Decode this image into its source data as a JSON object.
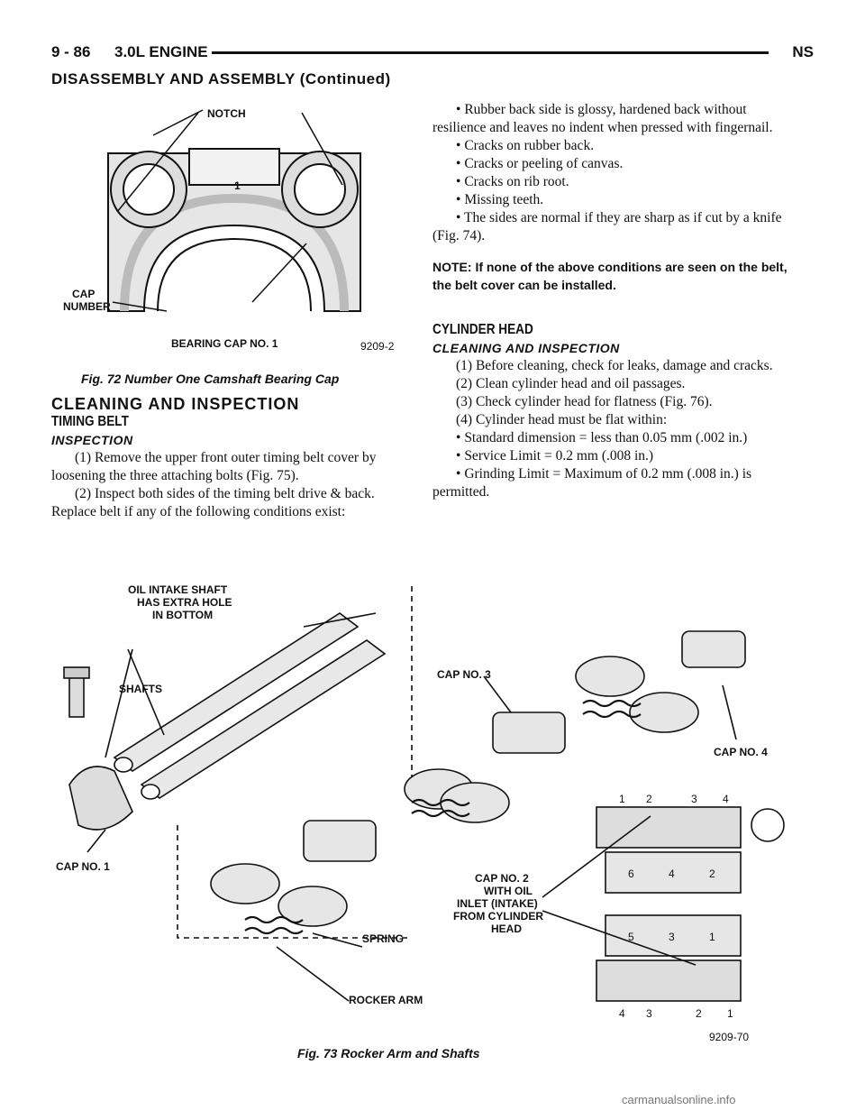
{
  "header": {
    "page_number": "9 - 86",
    "title": "3.0L ENGINE",
    "vehicle": "NS",
    "section": "DISASSEMBLY AND ASSEMBLY (Continued)"
  },
  "fig72": {
    "labels": {
      "notch": "NOTCH",
      "cap_number_1": "CAP",
      "cap_number_2": "NUMBER",
      "bearing_cap": "BEARING CAP NO. 1",
      "code": "9209-2",
      "numeral": "1"
    },
    "caption": "Fig. 72 Number One Camshaft Bearing Cap"
  },
  "left_col": {
    "heading": "CLEANING AND INSPECTION",
    "subheading": "TIMING BELT",
    "inspection_heading": "INSPECTION",
    "step1": "(1) Remove the upper front outer timing belt cover by loosening the three attaching bolts (Fig. 75).",
    "step2": "(2) Inspect both sides of the timing belt drive & back. Replace belt if any of the following conditions exist:"
  },
  "right_col": {
    "bullet1": "Rubber back side is glossy, hardened back without resilience and leaves no indent when pressed with fingernail.",
    "bullet2": "Cracks on rubber back.",
    "bullet3": "Cracks or peeling of canvas.",
    "bullet4": "Cracks on rib root.",
    "bullet5": "Missing teeth.",
    "bullet6": "The sides are normal if they are sharp as if cut by a knife (Fig. 74).",
    "note": "NOTE: If none of the above conditions are seen on the belt, the belt cover can be installed.",
    "cylinder_heading": "CYLINDER HEAD",
    "cleaning_heading": "CLEANING AND INSPECTION",
    "step1": "(1) Before cleaning, check for leaks, damage and cracks.",
    "step2": "(2) Clean cylinder head and oil passages.",
    "step3": "(3) Check cylinder head for flatness (Fig. 76).",
    "step4": "(4) Cylinder head must be flat within:",
    "spec1": "Standard dimension = less than 0.05 mm (.002 in.)",
    "spec2": "Service Limit = 0.2 mm (.008 in.)",
    "spec3": "Grinding Limit = Maximum of 0.2 mm (.008 in.) is permitted."
  },
  "fig73": {
    "labels": {
      "oil_intake_1": "OIL INTAKE SHAFT",
      "oil_intake_2": "HAS EXTRA HOLE",
      "oil_intake_3": "IN BOTTOM",
      "shafts": "SHAFTS",
      "cap3": "CAP NO. 3",
      "cap4": "CAP NO. 4",
      "cap1": "CAP NO. 1",
      "cap2_1": "CAP NO. 2",
      "cap2_2": "WITH OIL",
      "cap2_3": "INLET (INTAKE)",
      "cap2_4": "FROM CYLINDER",
      "cap2_5": "HEAD",
      "spring": "SPRING",
      "rocker_arm": "ROCKER ARM",
      "code": "9209-70",
      "top_nums": [
        "1",
        "2",
        "3",
        "4"
      ],
      "upper_cyl": [
        "6",
        "4",
        "2"
      ],
      "lower_cyl": [
        "5",
        "3",
        "1"
      ],
      "bottom_nums": [
        "4",
        "3",
        "2",
        "1"
      ]
    },
    "caption": "Fig. 73 Rocker Arm and Shafts"
  },
  "watermark": "carmanualsonline.info"
}
